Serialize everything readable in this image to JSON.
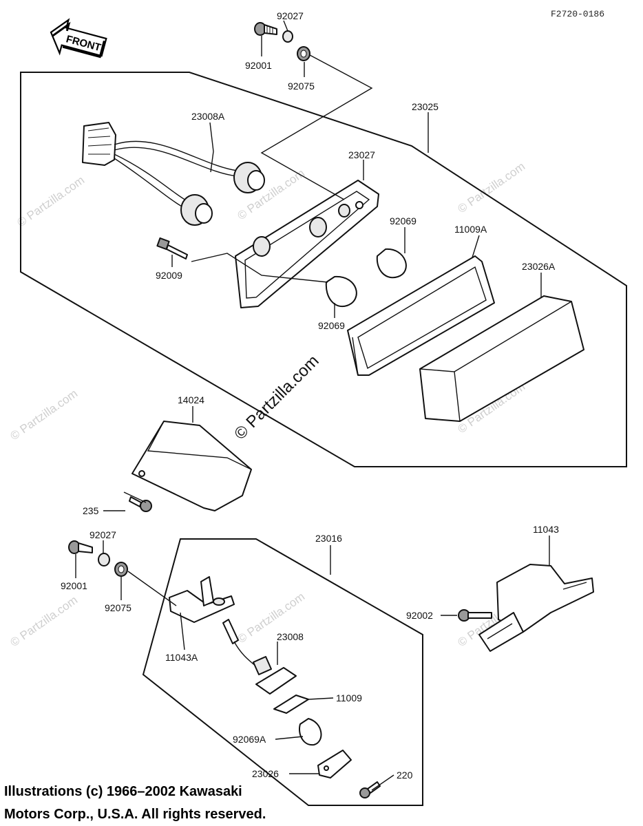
{
  "figure_code": "F2720-0186",
  "front_label": "FRONT",
  "watermark_text": "© Partzilla.com",
  "credit_line1": "Illustrations (c) 1966–2002 Kawasaki",
  "credit_line2": "Motors Corp., U.S.A.  All rights reserved.",
  "labels": {
    "p92027_top": "92027",
    "p92001_top": "92001",
    "p92075_top": "92075",
    "p23025": "23025",
    "p23008A": "23008A",
    "p23027": "23027",
    "p92069_a": "92069",
    "p11009A": "11009A",
    "p23026A": "23026A",
    "p92009": "92009",
    "p92069_b": "92069",
    "p14024": "14024",
    "p235": "235",
    "p92027_bot": "92027",
    "p92001_bot": "92001",
    "p92075_bot": "92075",
    "p23016": "23016",
    "p11043": "11043",
    "p92002": "92002",
    "p11043A": "11043A",
    "p23008": "23008",
    "p11009": "11009",
    "p92069A": "92069A",
    "p23026": "23026",
    "p220": "220"
  }
}
